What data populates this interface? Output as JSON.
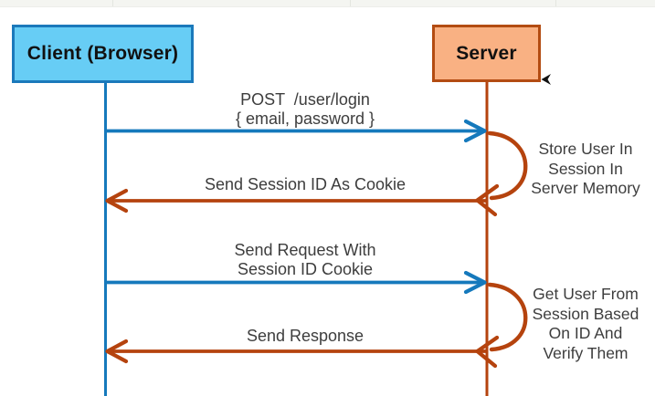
{
  "colors": {
    "background": "#ffffff",
    "topbar_bg": "#f4f5f1",
    "client_fill": "#67cdf5",
    "client_border": "#1b79bb",
    "client_line": "#1579bc",
    "server_fill": "#f9b183",
    "server_border": "#b34c12",
    "server_line": "#b5430e",
    "label_text": "#3d3d3d",
    "actor_text": "#111111"
  },
  "actors": {
    "client": {
      "label": "Client (Browser)"
    },
    "server": {
      "label": "Server"
    }
  },
  "messages": [
    {
      "direction": "client-to-server",
      "lines": [
        "POST  /user/login",
        "{ email, password }"
      ]
    },
    {
      "direction": "server-to-client",
      "lines": [
        "Send Session ID As Cookie"
      ]
    },
    {
      "direction": "client-to-server",
      "lines": [
        "Send Request With",
        "Session ID Cookie"
      ]
    },
    {
      "direction": "server-to-client",
      "lines": [
        "Send Response"
      ]
    }
  ],
  "self_loops": [
    {
      "actor": "server",
      "lines": [
        "Store User In",
        "Session In",
        "Server Memory"
      ]
    },
    {
      "actor": "server",
      "lines": [
        "Get User From",
        "Session Based",
        "On ID And",
        "Verify Them"
      ]
    }
  ],
  "cursor": {
    "icon": "mouse-pointer"
  }
}
